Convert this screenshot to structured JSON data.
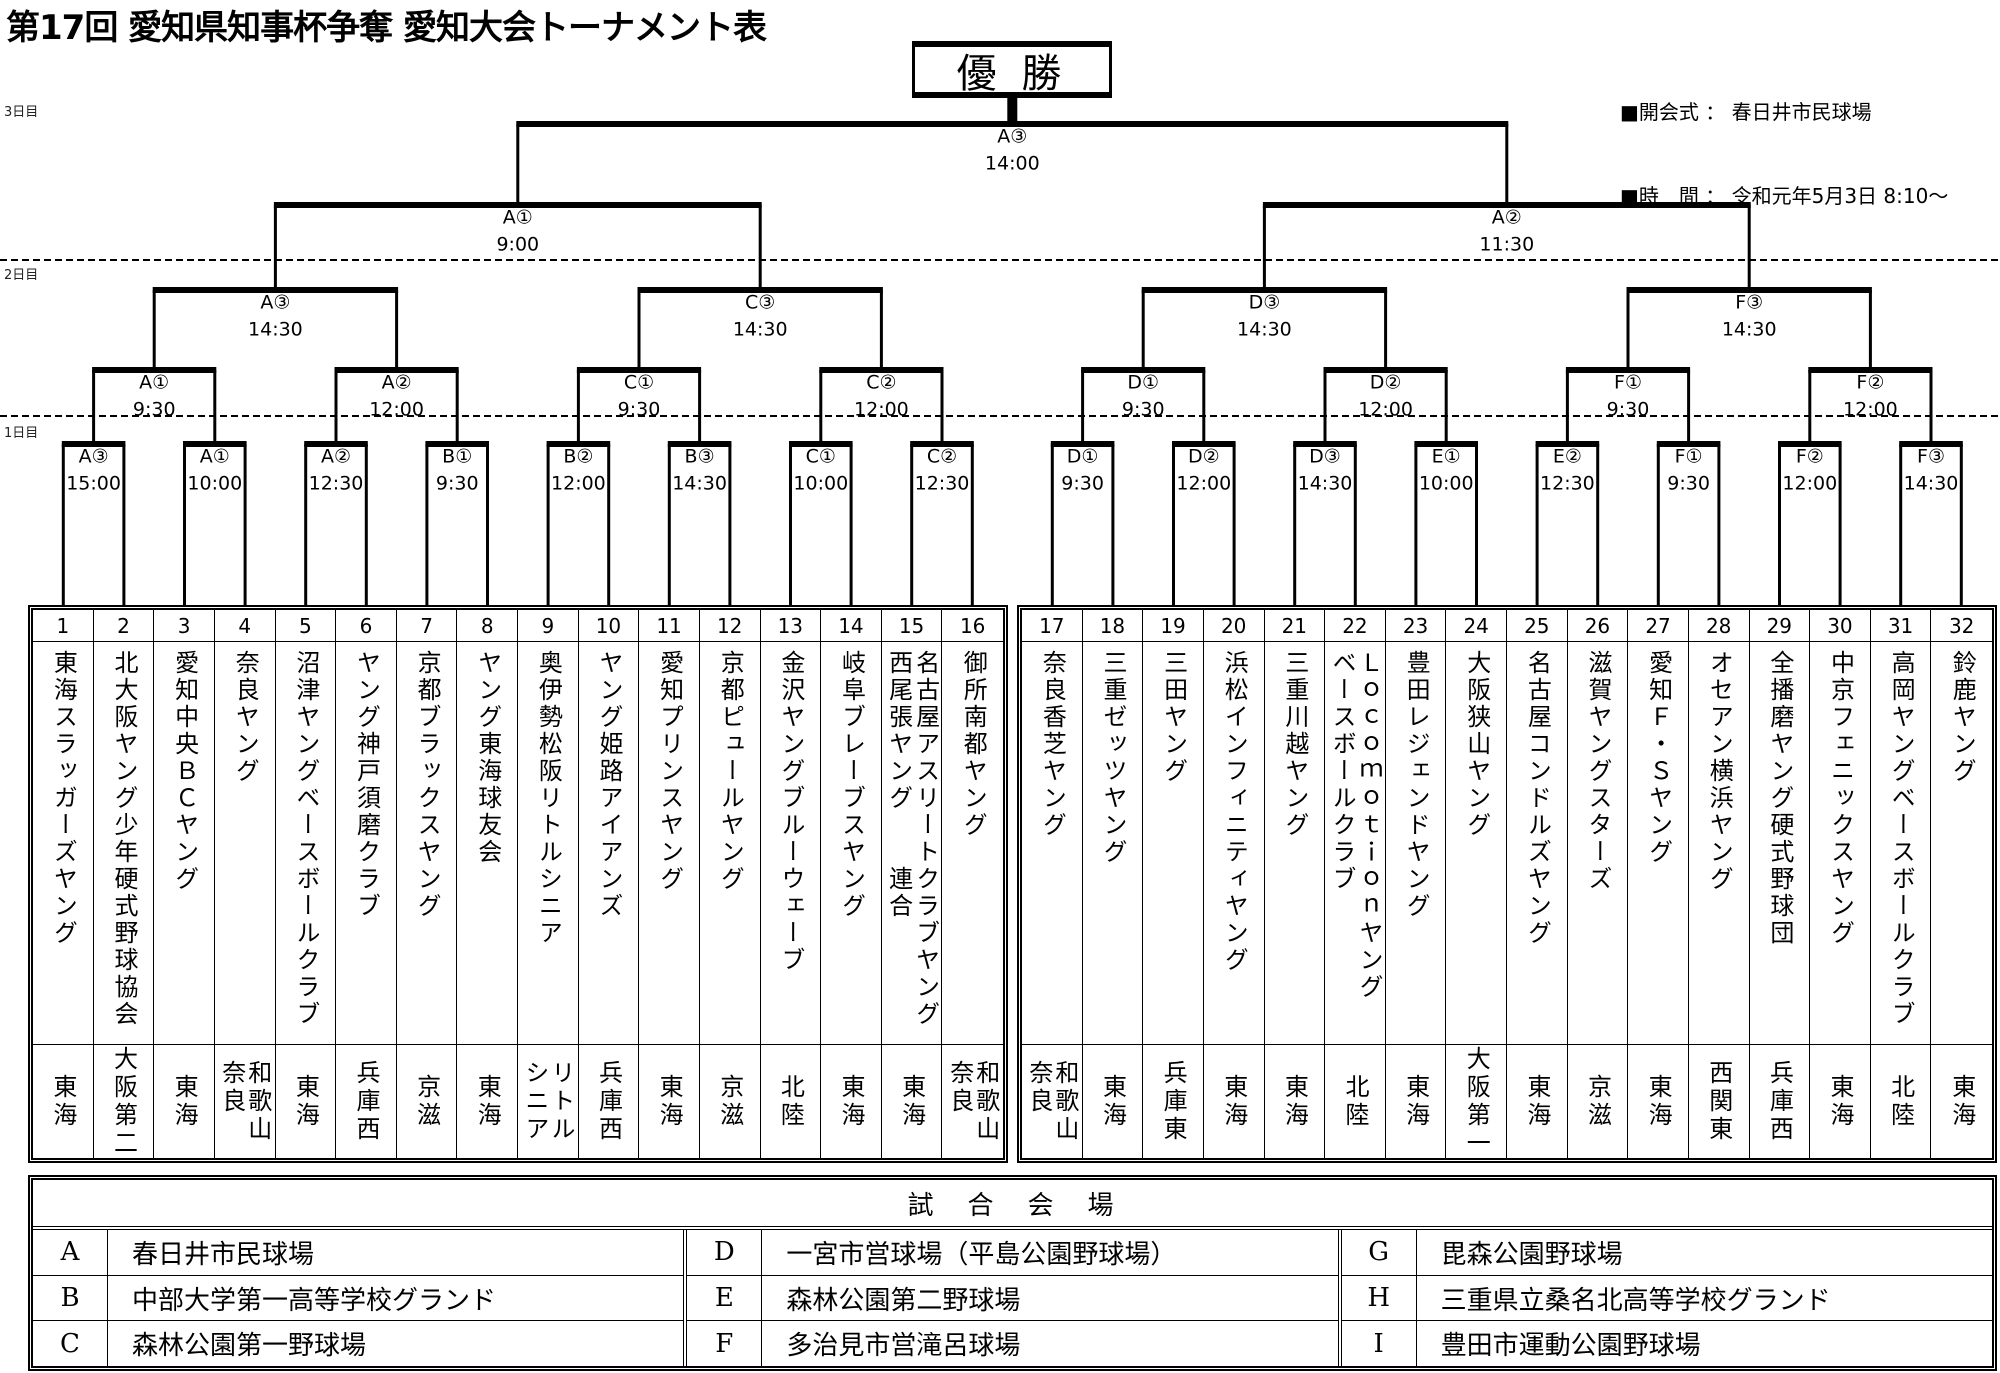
{
  "title": "第17回 愛知県知事杯争奪 愛知大会トーナメント表",
  "champion": "優 勝",
  "info": [
    "■開会式 ： 春日井市民球場",
    "■時　間 ： 令和元年5月3日 8:10～"
  ],
  "days": {
    "day3": "3日目",
    "day2": "2日目",
    "day1": "1日目"
  },
  "bracket": {
    "final": {
      "code": "A③",
      "time": "14:00"
    },
    "semis": [
      {
        "code": "A①",
        "time": "9:00"
      },
      {
        "code": "A②",
        "time": "11:30"
      }
    ],
    "quarters": [
      {
        "code": "A③",
        "time": "14:30"
      },
      {
        "code": "C③",
        "time": "14:30"
      },
      {
        "code": "D③",
        "time": "14:30"
      },
      {
        "code": "F③",
        "time": "14:30"
      }
    ],
    "round2": [
      {
        "code": "A①",
        "time": "9:30"
      },
      {
        "code": "A②",
        "time": "12:00"
      },
      {
        "code": "C①",
        "time": "9:30"
      },
      {
        "code": "C②",
        "time": "12:00"
      },
      {
        "code": "D①",
        "time": "9:30"
      },
      {
        "code": "D②",
        "time": "12:00"
      },
      {
        "code": "F①",
        "time": "9:30"
      },
      {
        "code": "F②",
        "time": "12:00"
      }
    ],
    "round1": [
      {
        "code": "A③",
        "time": "15:00"
      },
      {
        "code": "A①",
        "time": "10:00"
      },
      {
        "code": "A②",
        "time": "12:30"
      },
      {
        "code": "B①",
        "time": "9:30"
      },
      {
        "code": "B②",
        "time": "12:00"
      },
      {
        "code": "B③",
        "time": "14:30"
      },
      {
        "code": "C①",
        "time": "10:00"
      },
      {
        "code": "C②",
        "time": "12:30"
      },
      {
        "code": "D①",
        "time": "9:30"
      },
      {
        "code": "D②",
        "time": "12:00"
      },
      {
        "code": "D③",
        "time": "14:30"
      },
      {
        "code": "E①",
        "time": "10:00"
      },
      {
        "code": "E②",
        "time": "12:30"
      },
      {
        "code": "F①",
        "time": "9:30"
      },
      {
        "code": "F②",
        "time": "12:00"
      },
      {
        "code": "F③",
        "time": "14:30"
      }
    ]
  },
  "teams": [
    {
      "no": "1",
      "name": "東海スラッガーズヤング",
      "region": "東海"
    },
    {
      "no": "2",
      "name": "北大阪ヤング少年硬式野球協会",
      "region": "大阪第二"
    },
    {
      "no": "3",
      "name": "愛知中央ＢＣヤング",
      "region": "東海"
    },
    {
      "no": "4",
      "name": "奈良ヤング",
      "region": "和歌山\n奈良"
    },
    {
      "no": "5",
      "name": "沼津ヤングベースボールクラブ",
      "region": "東海"
    },
    {
      "no": "6",
      "name": "ヤング神戸須磨クラブ",
      "region": "兵庫西"
    },
    {
      "no": "7",
      "name": "京都ブラックスヤング",
      "region": "京滋"
    },
    {
      "no": "8",
      "name": "ヤング東海球友会",
      "region": "東海"
    },
    {
      "no": "9",
      "name": "奥伊勢松阪リトルシニア",
      "region": "リトル\nシニア"
    },
    {
      "no": "10",
      "name": "ヤング姫路アイアンズ",
      "region": "兵庫西"
    },
    {
      "no": "11",
      "name": "愛知プリンスヤング",
      "region": "東海"
    },
    {
      "no": "12",
      "name": "京都ピュールヤング",
      "region": "京滋"
    },
    {
      "no": "13",
      "name": "金沢ヤングブルーウェーブ",
      "region": "北陸"
    },
    {
      "no": "14",
      "name": "岐阜ブレーブスヤング",
      "region": "東海"
    },
    {
      "no": "15",
      "name": "名古屋アスリートクラブヤング\n西尾張ヤング　　連合",
      "region": "東海"
    },
    {
      "no": "16",
      "name": "御所南都ヤング",
      "region": "和歌山\n奈良"
    },
    {
      "no": "17",
      "name": "奈良香芝ヤング",
      "region": "和歌山\n奈良"
    },
    {
      "no": "18",
      "name": "三重ゼッツヤング",
      "region": "東海"
    },
    {
      "no": "19",
      "name": "三田ヤング",
      "region": "兵庫東"
    },
    {
      "no": "20",
      "name": "浜松インフィニティヤング",
      "region": "東海"
    },
    {
      "no": "21",
      "name": "三重川越ヤング",
      "region": "東海"
    },
    {
      "no": "22",
      "name": "Ｌｏｃｏｍｏｔｉｏｎヤング\nベースボールクラブ",
      "region": "北陸"
    },
    {
      "no": "23",
      "name": "豊田レジェンドヤング",
      "region": "東海"
    },
    {
      "no": "24",
      "name": "大阪狭山ヤング",
      "region": "大阪第一"
    },
    {
      "no": "25",
      "name": "名古屋コンドルズヤング",
      "region": "東海"
    },
    {
      "no": "26",
      "name": "滋賀ヤングスターズ",
      "region": "京滋"
    },
    {
      "no": "27",
      "name": "愛知Ｆ・Ｓヤング",
      "region": "東海"
    },
    {
      "no": "28",
      "name": "オセアン横浜ヤング",
      "region": "西関東"
    },
    {
      "no": "29",
      "name": "全播磨ヤング硬式野球団",
      "region": "兵庫西"
    },
    {
      "no": "30",
      "name": "中京フェニックスヤング",
      "region": "東海"
    },
    {
      "no": "31",
      "name": "高岡ヤングベースボールクラブ",
      "region": "北陸"
    },
    {
      "no": "32",
      "name": "鈴鹿ヤング",
      "region": "東海"
    }
  ],
  "venues": {
    "header": "試　合　会　場",
    "groups": [
      [
        {
          "code": "A",
          "name": "春日井市民球場"
        },
        {
          "code": "B",
          "name": "中部大学第一高等学校グランド"
        },
        {
          "code": "C",
          "name": "森林公園第一野球場"
        }
      ],
      [
        {
          "code": "D",
          "name": "一宮市営球場（平島公園野球場）"
        },
        {
          "code": "E",
          "name": "森林公園第二野球場"
        },
        {
          "code": "F",
          "name": "多治見市営滝呂球場"
        }
      ],
      [
        {
          "code": "G",
          "name": "毘森公園野球場"
        },
        {
          "code": "H",
          "name": "三重県立桑名北高等学校グランド"
        },
        {
          "code": "I",
          "name": "豊田市運動公園野球場"
        }
      ]
    ]
  }
}
